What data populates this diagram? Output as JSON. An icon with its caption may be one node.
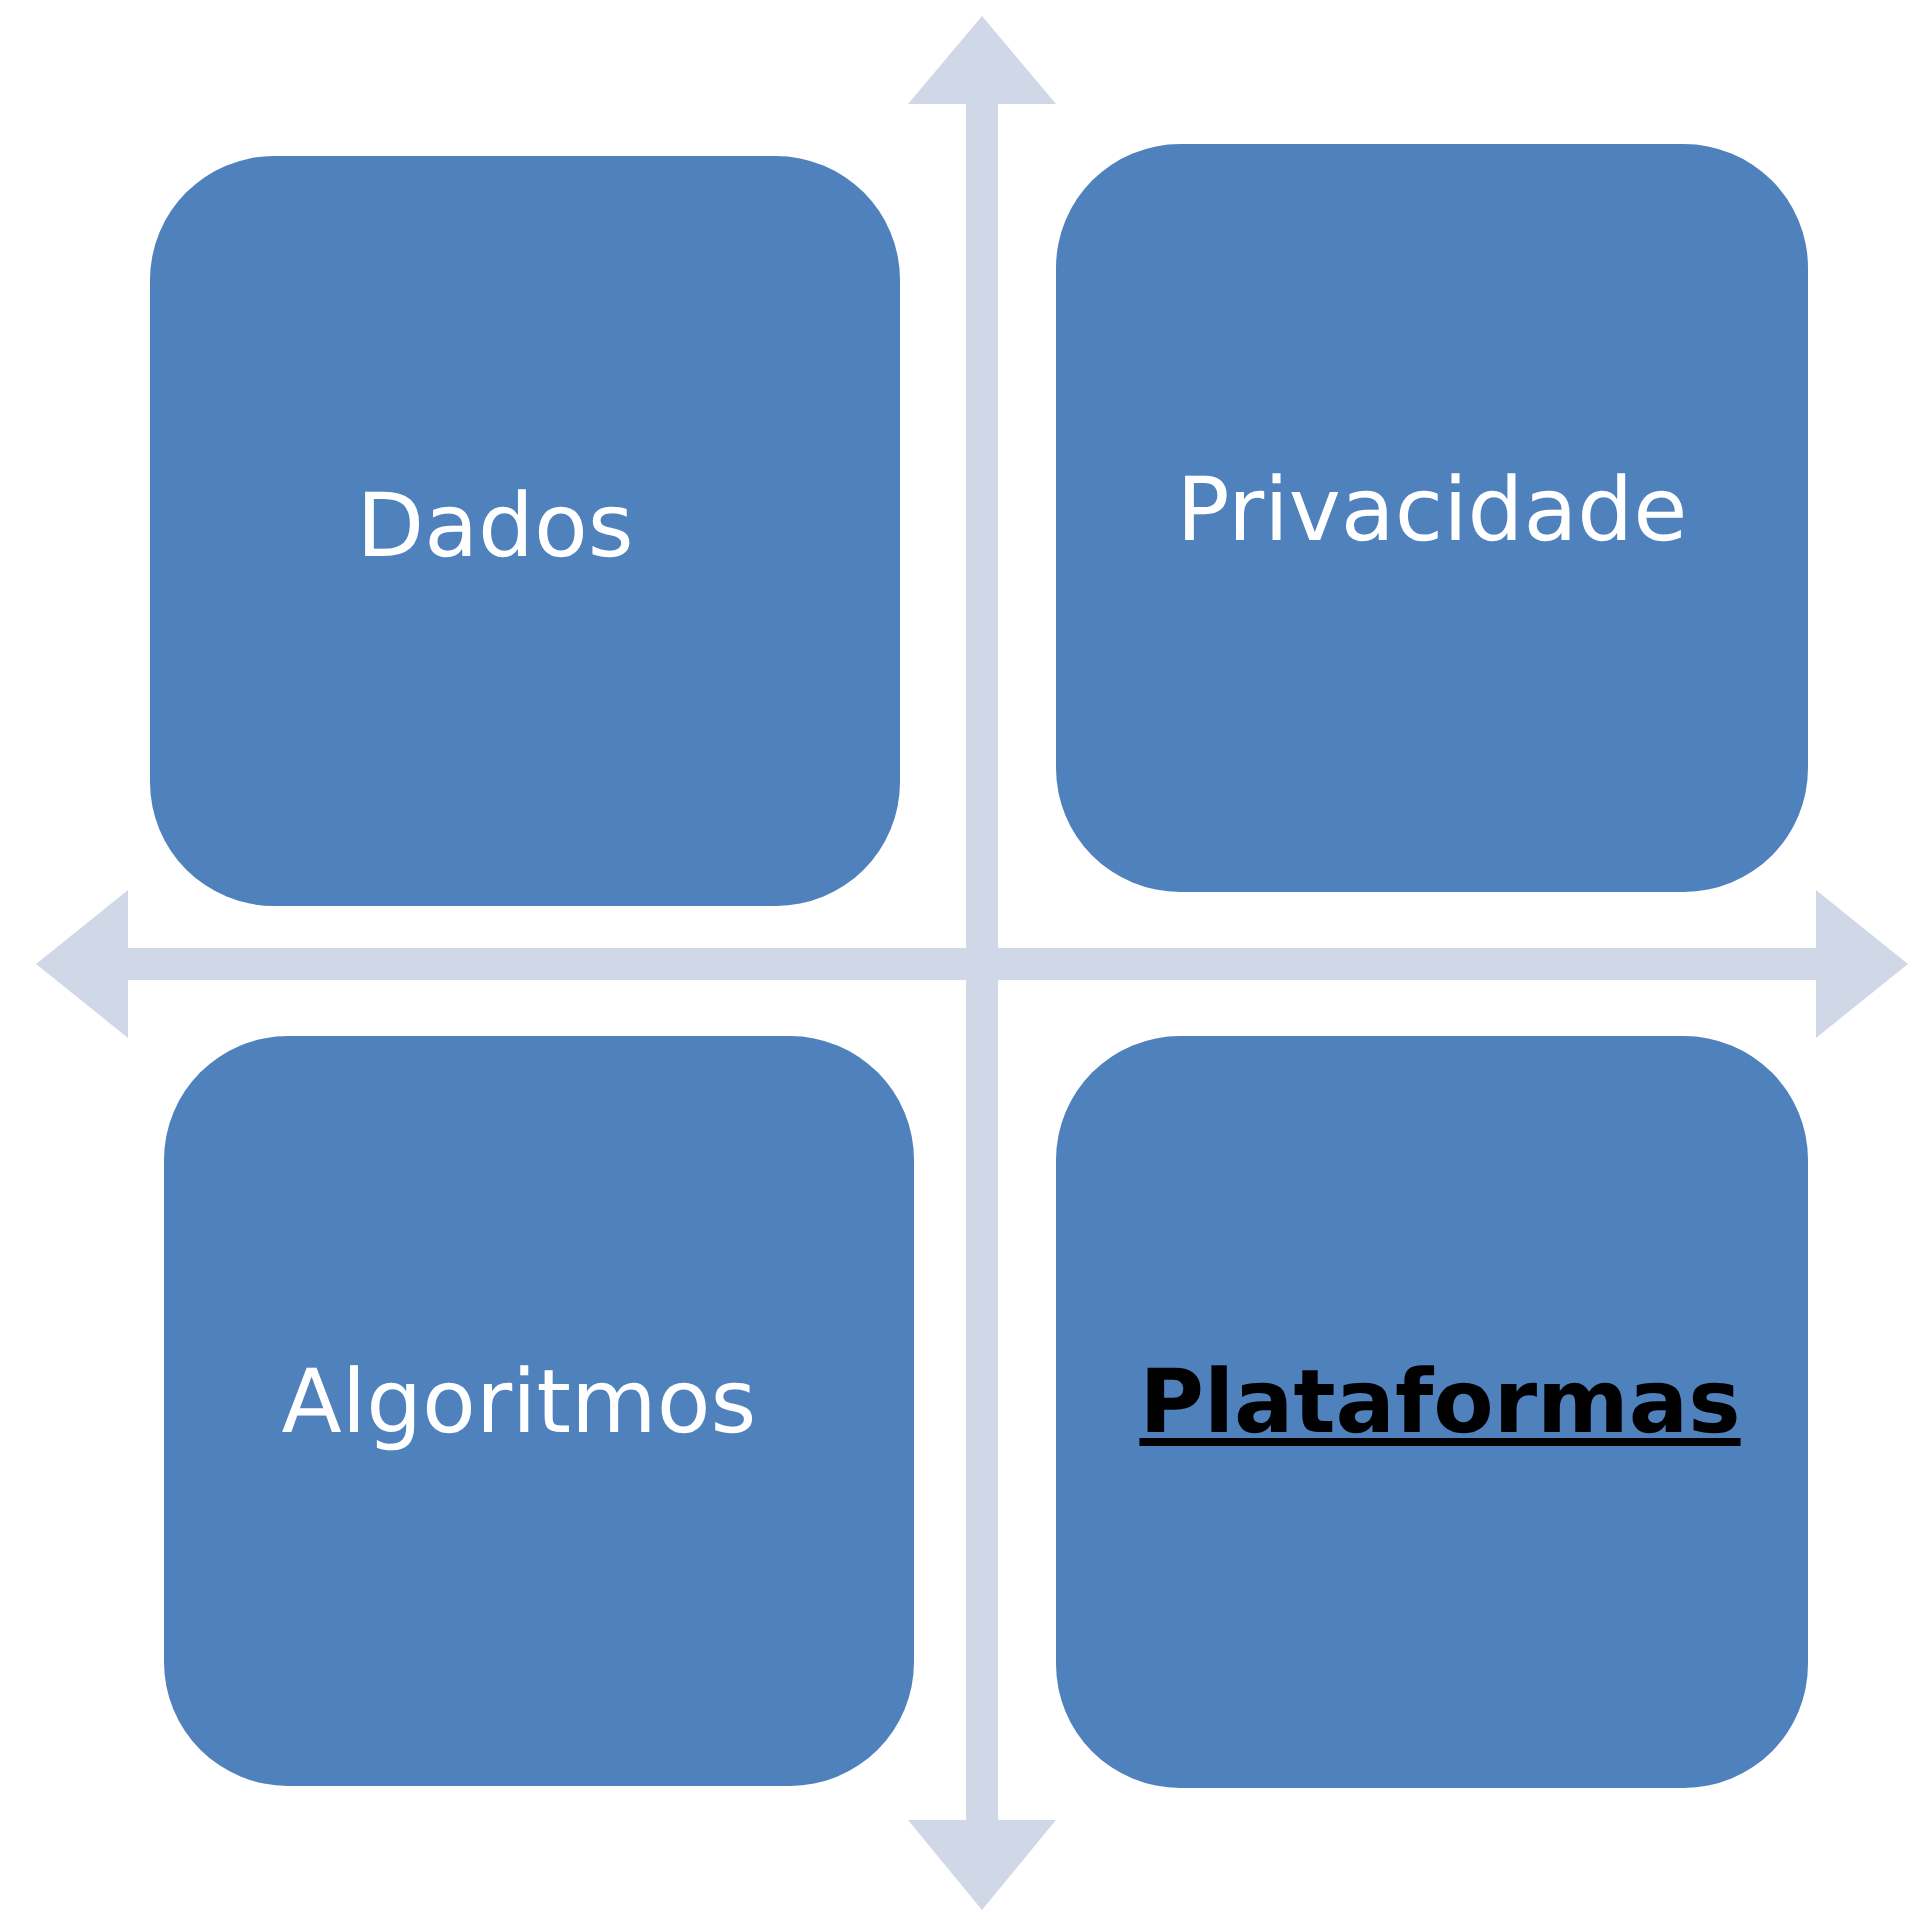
{
  "diagram": {
    "nodes": [
      {
        "text": [
          "Dados"
        ]
      },
      {
        "text": [
          "Privacidade"
        ]
      },
      {
        "text": [
          "Algoritmos"
        ]
      },
      {
        "text": [
          "Plataformas"
        ]
      }
    ]
  }
}
